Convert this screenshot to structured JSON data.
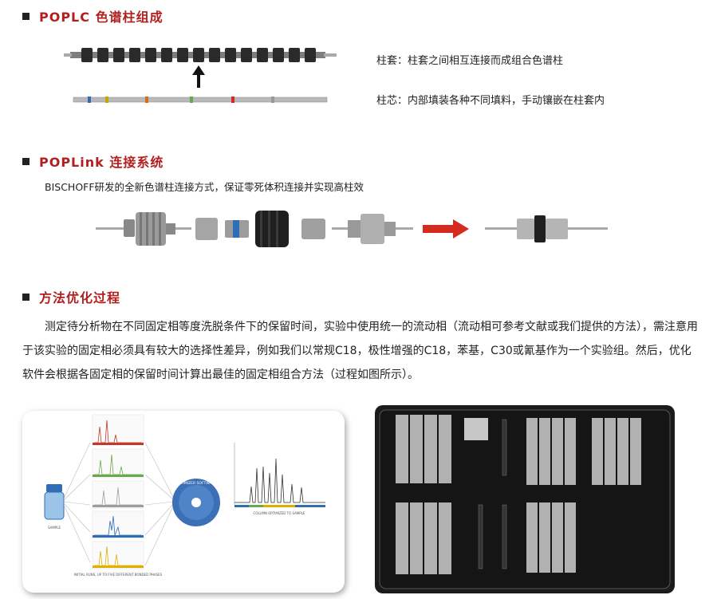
{
  "sections": {
    "column": {
      "title": "POPLC 色谱柱组成",
      "sleeve_desc": "柱套：柱套之间相互连接而成组合色谱柱",
      "core_desc": "柱芯：内部填装各种不同填料，手动镶嵌在柱套内"
    },
    "poplink": {
      "title": "POPLink 连接系统",
      "desc": "BISCHOFF研发的全新色谱柱连接方式，保证零死体积连接并实现高柱效"
    },
    "method": {
      "title": "方法优化过程",
      "paragraph": "测定待分析物在不同固定相等度洗脱条件下的保留时间，实验中使用统一的流动相（流动相可参考文献或我们提供的方法），需注意用于该实验的固定相必须具有较大的选择性差异，例如我们以常规C18，极性增强的C18，苯基，C30或氰基作为一个实验组。然后，优化软件会根据各固定相的保留时间计算出最佳的固定相组合方法（过程如图所示）。"
    }
  },
  "diagram": {
    "sample_label": "SAMPLE",
    "initial_runs_label": "INITIAL RUNS, UP TO FIVE DIFFERENT BONDED PHASES",
    "optimizer_label": "OPTIMIZER SOFTWARE",
    "column_optimized_label": "COLUMN OPTIMIZED TO SAMPLE"
  },
  "colors": {
    "accent_red": "#b21f1f",
    "arrow_red": "#d42a1f",
    "phase_colors": [
      "#c0392b",
      "#6aa84f",
      "#9e9e9e",
      "#2f6db5",
      "#e0b000"
    ]
  }
}
